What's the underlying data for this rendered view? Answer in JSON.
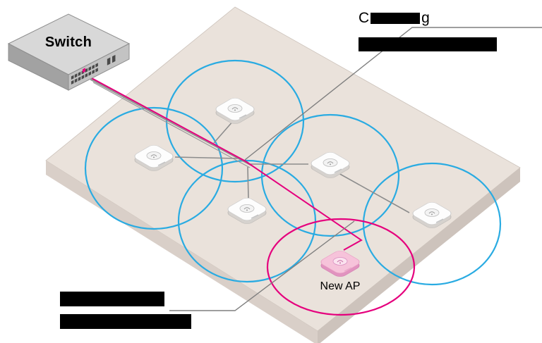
{
  "labels": {
    "switch": "Switch",
    "new_ap": "New AP"
  },
  "callouts": {
    "top": {
      "line1_start": "C",
      "line1_end": "g",
      "line1_redacted_middle": true,
      "line2_redacted": true
    },
    "bottom": {
      "line1_redacted": true,
      "line2_redacted": true
    }
  },
  "colors": {
    "coverage_blue": "#29abe2",
    "new_ap_pink": "#e5007d",
    "ceiling_top": "#eae2db",
    "ceiling_edge_left": "#d9cfc8",
    "ceiling_edge_right": "#cdc3bc",
    "cable_gray": "#777777",
    "leader_gray": "#7f7f7f",
    "redaction": "#000000"
  },
  "diagram": {
    "type": "wireless-network-topology",
    "switch": {
      "label": "Switch"
    },
    "access_points": [
      {
        "id": "ap-1",
        "coverage": "blue"
      },
      {
        "id": "ap-2",
        "coverage": "blue"
      },
      {
        "id": "ap-3",
        "coverage": "blue"
      },
      {
        "id": "ap-4",
        "coverage": "blue"
      },
      {
        "id": "ap-5",
        "coverage": "blue"
      },
      {
        "id": "new-ap",
        "coverage": "pink",
        "label": "New AP"
      }
    ]
  }
}
